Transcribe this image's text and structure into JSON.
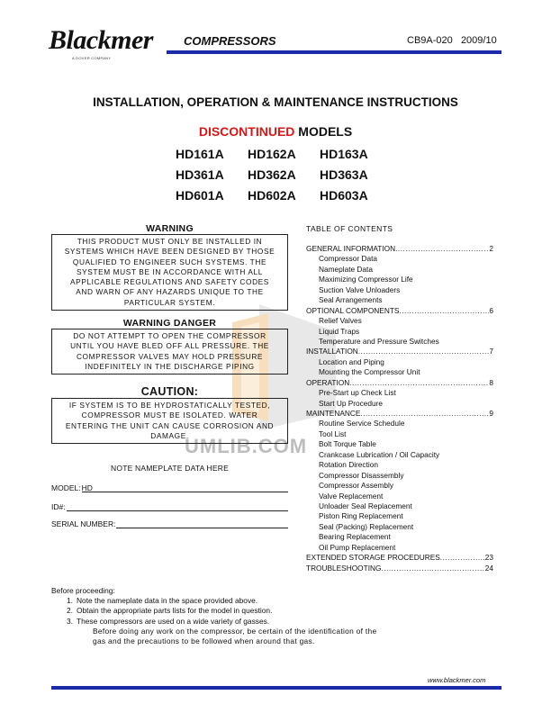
{
  "header": {
    "logo_text": "Blackmer",
    "logo_subtext": "A DOVER COMPANY",
    "title": "COMPRESSORS",
    "doc_number": "CB9A-020",
    "doc_date": "2009/10"
  },
  "main_title": "INSTALLATION, OPERATION & MAINTENANCE INSTRUCTIONS",
  "models_title": {
    "highlight": "DISCONTINUED",
    "rest": " MODELS"
  },
  "models": [
    [
      "HD161A",
      "HD162A",
      "HD163A"
    ],
    [
      "HD361A",
      "HD362A",
      "HD363A"
    ],
    [
      "HD601A",
      "HD602A",
      "HD603A"
    ]
  ],
  "warnings": [
    {
      "heading": "WARNING",
      "lines": [
        "THIS PRODUCT MUST ONLY BE INSTALLED IN",
        "SYSTEMS WHICH HAVE BEEN DESIGNED BY THOSE",
        "QUALIFIED TO ENGINEER SUCH SYSTEMS. THE",
        "SYSTEM MUST BE IN ACCORDANCE WITH ALL",
        "APPLICABLE REGULATIONS AND SAFETY CODES",
        "AND WARN OF ANY HAZARDS UNIQUE TO THE",
        "PARTICULAR SYSTEM."
      ]
    },
    {
      "heading": "WARNING DANGER",
      "lines": [
        "DO NOT ATTEMPT TO OPEN THE COMPRESSOR",
        "UNTIL YOU HAVE BLED OFF ALL PRESSURE. THE",
        "COMPRESSOR VALVES MAY HOLD PRESSURE",
        "INDEFINITELY IN THE DISCHARGE PIPING"
      ]
    },
    {
      "heading": "CAUTION:",
      "lines": [
        "IF SYSTEM IS TO BE HYDROSTATICALLY TESTED,",
        "COMPRESSOR MUST BE ISOLATED. WATER",
        "ENTERING THE UNIT CAN CAUSE CORROSION AND",
        "DAMAGE."
      ]
    }
  ],
  "watermark": "UMLIB.COM",
  "nameplate": {
    "title": "NOTE NAMEPLATE DATA HERE",
    "model_label": "MODEL: ",
    "model_value": "HD",
    "id_label": "ID#:",
    "serial_label": "SERIAL NUMBER:"
  },
  "toc": {
    "title": "TABLE OF CONTENTS",
    "entries": [
      {
        "text": "GENERAL INFORMATION",
        "page": "2",
        "sub": false
      },
      {
        "text": "Compressor Data",
        "page": "",
        "sub": true
      },
      {
        "text": "Nameplate Data",
        "page": "",
        "sub": true
      },
      {
        "text": "Maximizing Compressor Life",
        "page": "",
        "sub": true
      },
      {
        "text": "Suction Valve Unloaders",
        "page": "",
        "sub": true
      },
      {
        "text": "Seal Arrangements",
        "page": "",
        "sub": true
      },
      {
        "text": "OPTIONAL COMPONENTS",
        "page": "6",
        "sub": false
      },
      {
        "text": "Relief Valves",
        "page": "",
        "sub": true
      },
      {
        "text": "Liquid Traps",
        "page": "",
        "sub": true
      },
      {
        "text": "Temperature and Pressure Switches",
        "page": "",
        "sub": true
      },
      {
        "text": "INSTALLATION",
        "page": "7",
        "sub": false
      },
      {
        "text": "Location and Piping",
        "page": "",
        "sub": true
      },
      {
        "text": "Mounting the Compressor Unit",
        "page": "",
        "sub": true
      },
      {
        "text": "OPERATION",
        "page": "8",
        "sub": false
      },
      {
        "text": "Pre-Start up Check List",
        "page": "",
        "sub": true
      },
      {
        "text": "Start Up Procedure",
        "page": "",
        "sub": true
      },
      {
        "text": "MAINTENANCE",
        "page": "9",
        "sub": false
      },
      {
        "text": "Routine Service Schedule",
        "page": "",
        "sub": true
      },
      {
        "text": "Tool List",
        "page": "",
        "sub": true
      },
      {
        "text": "Bolt Torque Table",
        "page": "",
        "sub": true
      },
      {
        "text": "Crankcase Lubrication / Oil Capacity",
        "page": "",
        "sub": true
      },
      {
        "text": "Rotation Direction",
        "page": "",
        "sub": true
      },
      {
        "text": "Compressor Disassembly",
        "page": "",
        "sub": true
      },
      {
        "text": "Compressor Assembly",
        "page": "",
        "sub": true
      },
      {
        "text": "Valve Replacement",
        "page": "",
        "sub": true
      },
      {
        "text": "Unloader Seal Replacement",
        "page": "",
        "sub": true
      },
      {
        "text": "Piston Ring Replacement",
        "page": "",
        "sub": true
      },
      {
        "text": "Seal (Packing) Replacement",
        "page": "",
        "sub": true
      },
      {
        "text": "Bearing Replacement",
        "page": "",
        "sub": true
      },
      {
        "text": "Oil Pump Replacement",
        "page": "",
        "sub": true
      },
      {
        "text": "EXTENDED STORAGE PROCEDURES",
        "page": "23",
        "sub": false
      },
      {
        "text": "TROUBLESHOOTING",
        "page": "24",
        "sub": false
      }
    ]
  },
  "notes": {
    "intro": "Before proceeding:",
    "items": [
      {
        "num": "1.",
        "text": "Note the nameplate data in the space provided above."
      },
      {
        "num": "2.",
        "text": "Obtain the appropriate parts lists for the model in question."
      },
      {
        "num": "3.",
        "text": "These compressors are used on a wide variety of gasses."
      }
    ],
    "continuation": [
      "Before doing any work on the compressor, be certain of the identification of the",
      "gas and the precautions to be followed when around that gas."
    ]
  },
  "footer": {
    "url": "www.blackmer.com"
  },
  "colors": {
    "accent_rule": "#1a2aa8",
    "discontinued": "#d01a1a"
  }
}
